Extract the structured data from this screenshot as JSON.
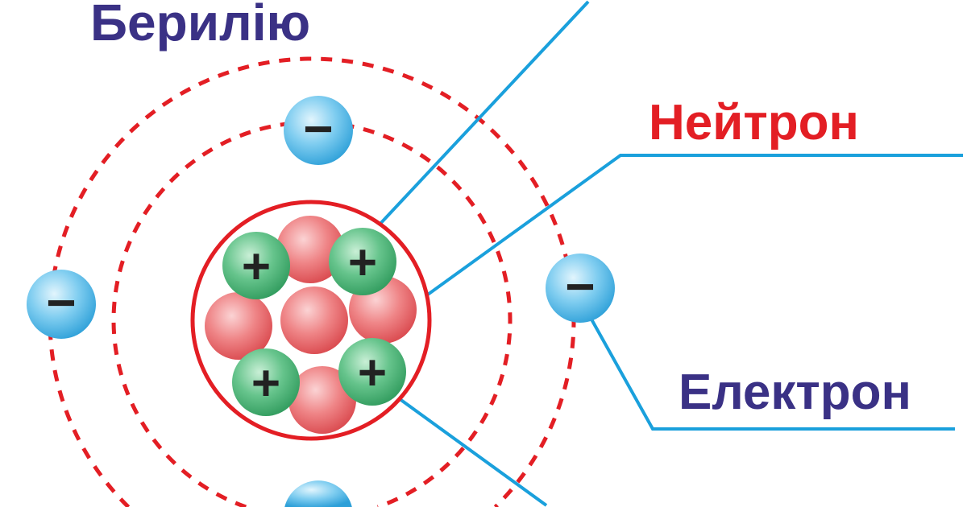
{
  "title": "Берилію",
  "labels": {
    "neutron": "Нейтрон",
    "electron": "Електрон"
  },
  "proton_sign": "+",
  "electron_sign": "−",
  "colors": {
    "title": "#3a3185",
    "neutron_label": "#e31e24",
    "line": "#1aa0dc",
    "orbit": "#e31e24",
    "proton": "#3fae6a",
    "neutron": "#e85a5f",
    "electron": "#3aaee3"
  }
}
